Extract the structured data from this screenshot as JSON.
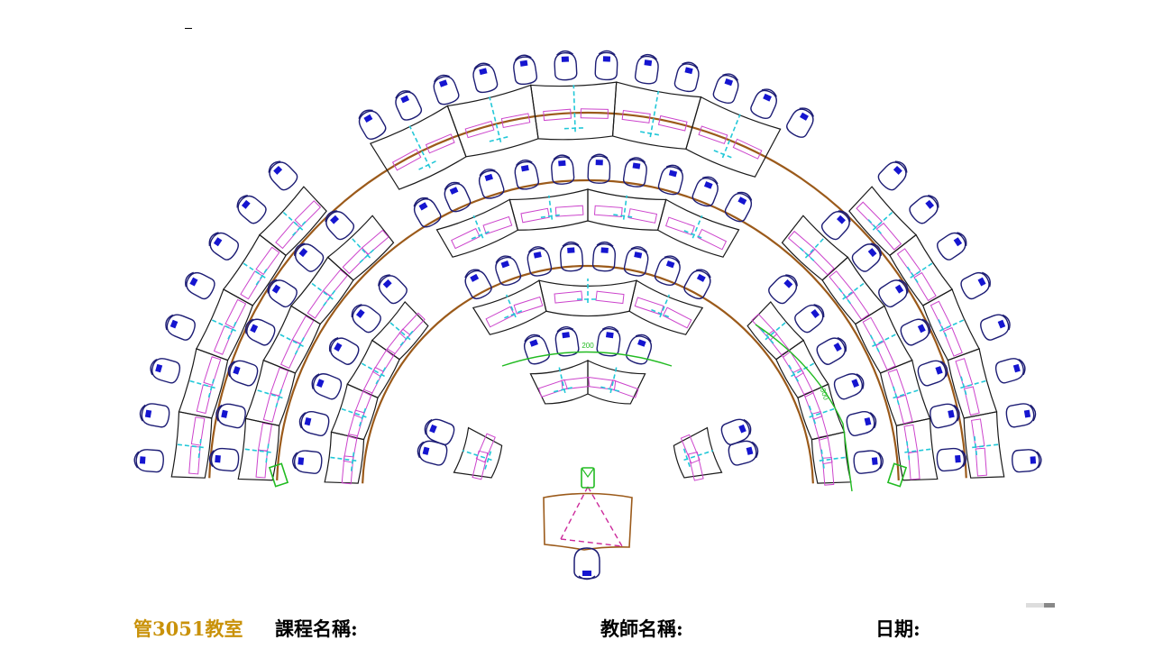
{
  "footer": {
    "room": "管3051教室",
    "course_label": "課程名稱:",
    "teacher_label": "教師名稱:",
    "date_label": "日期:"
  },
  "dimensions": {
    "front_row_width": "200",
    "side_run": "300"
  },
  "colors": {
    "line": "#1a1a1a",
    "chair": "#1d1d75",
    "chair_pad": "#1515d0",
    "desk_label": "#cc44cc",
    "desk_divider": "#22c8d8",
    "aisle": "#9b5a1a",
    "dimension": "#22bb22",
    "room_label": "#c9920a"
  }
}
